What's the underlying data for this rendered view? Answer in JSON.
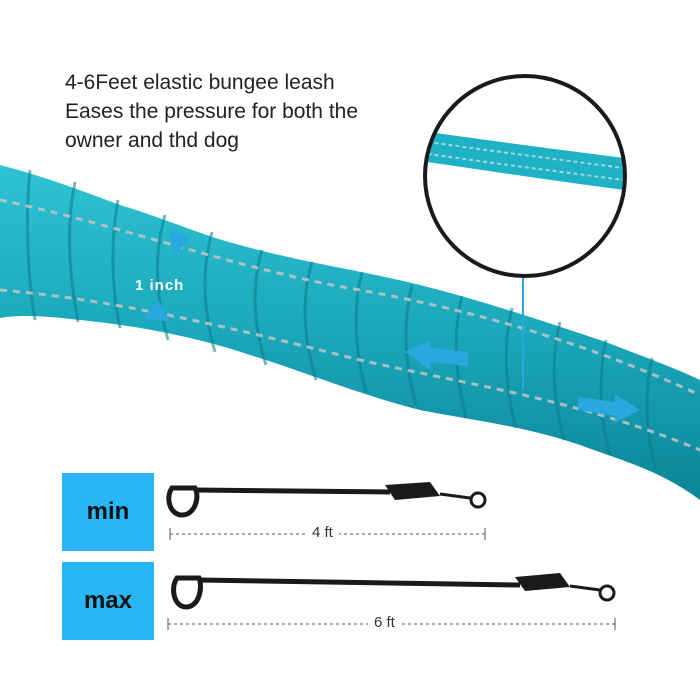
{
  "headline": {
    "line1": "4-6Feet elastic bungee leash",
    "line2": "Eases the pressure for both the",
    "line3": "owner and thd dog"
  },
  "width_label": "1 inch",
  "comparison": [
    {
      "label": "min",
      "length": "4 ft"
    },
    {
      "label": "max",
      "length": "6 ft"
    }
  ],
  "colors": {
    "leash_teal": "#1fb2c4",
    "leash_dark": "#0f8ea0",
    "reflective_stripe": "#b8c4c6",
    "label_box": "#29b6f6",
    "handle_black": "#1a1a1a"
  }
}
